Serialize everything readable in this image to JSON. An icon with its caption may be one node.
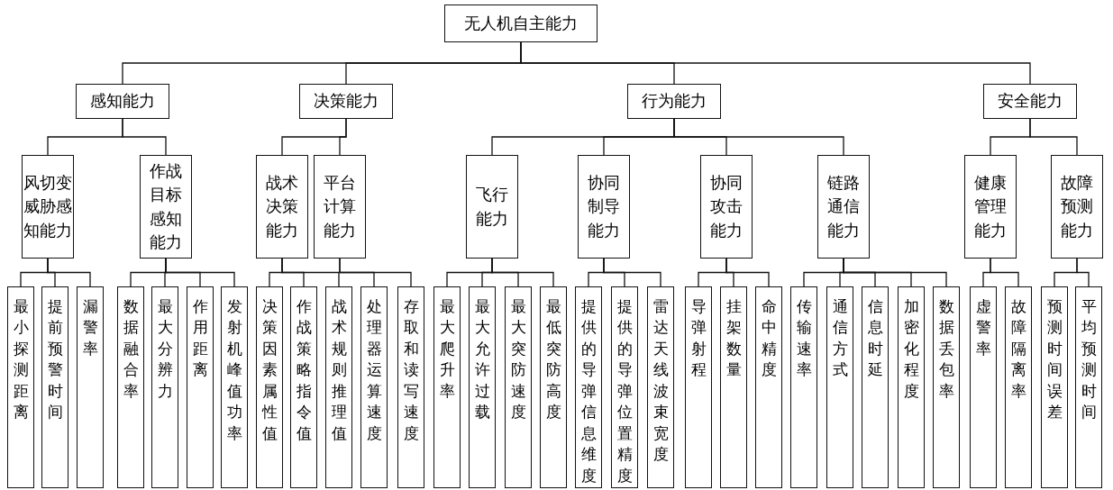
{
  "diagram": {
    "nodes": [
      {
        "text": [
          "无人机自主能力"
        ]
      },
      {
        "text": [
          "感知能力"
        ]
      },
      {
        "text": [
          "决策能力"
        ]
      },
      {
        "text": [
          "行为能力"
        ]
      },
      {
        "text": [
          "安全能力"
        ]
      },
      {
        "text": [
          "风切变威胁感知能力"
        ]
      },
      {
        "text": [
          "作战目标感知能力"
        ]
      },
      {
        "text": [
          "战术决策能力"
        ]
      },
      {
        "text": [
          "平台计算能力"
        ]
      },
      {
        "text": [
          "飞行能力"
        ]
      },
      {
        "text": [
          "协同制导能力"
        ]
      },
      {
        "text": [
          "协同攻击能力"
        ]
      },
      {
        "text": [
          "链路通信能力"
        ]
      },
      {
        "text": [
          "健康管理能力"
        ]
      },
      {
        "text": [
          "故障预测能力"
        ]
      },
      {
        "text": [
          "最小探测距离"
        ]
      },
      {
        "text": [
          "提前预警时间"
        ]
      },
      {
        "text": [
          "漏警率"
        ]
      },
      {
        "text": [
          "数据融合率"
        ]
      },
      {
        "text": [
          "最大分辨力"
        ]
      },
      {
        "text": [
          "作用距离"
        ]
      },
      {
        "text": [
          "发射机峰值功率"
        ]
      },
      {
        "text": [
          "决策因素属性值"
        ]
      },
      {
        "text": [
          "作战策略指令值"
        ]
      },
      {
        "text": [
          "战术规则推理值"
        ]
      },
      {
        "text": [
          "处理器运算速度"
        ]
      },
      {
        "text": [
          "存取和读写速度"
        ]
      },
      {
        "text": [
          "最大爬升率"
        ]
      },
      {
        "text": [
          "最大允许过载"
        ]
      },
      {
        "text": [
          "最大突防速度"
        ]
      },
      {
        "text": [
          "最低突防高度"
        ]
      },
      {
        "text": [
          "提供的导弹信息维度"
        ]
      },
      {
        "text": [
          "提供的导弹位置精度"
        ]
      },
      {
        "text": [
          "雷达天线波束宽度"
        ]
      },
      {
        "text": [
          "导弹射程"
        ]
      },
      {
        "text": [
          "挂架数量"
        ]
      },
      {
        "text": [
          "命中精度"
        ]
      },
      {
        "text": [
          "传输速率"
        ]
      },
      {
        "text": [
          "通信方式"
        ]
      },
      {
        "text": [
          "信息时延"
        ]
      },
      {
        "text": [
          "加密化程度"
        ]
      },
      {
        "text": [
          "数据丢包率"
        ]
      },
      {
        "text": [
          "虚警率"
        ]
      },
      {
        "text": [
          "故障隔离率"
        ]
      },
      {
        "text": [
          "预测时间误差"
        ]
      },
      {
        "text": [
          "平均预测时间"
        ]
      }
    ],
    "edges": [
      {
        "from": 0,
        "to": 1,
        "arrow": "none"
      },
      {
        "from": 0,
        "to": 2,
        "arrow": "none"
      },
      {
        "from": 0,
        "to": 3,
        "arrow": "none"
      },
      {
        "from": 0,
        "to": 4,
        "arrow": "none"
      },
      {
        "from": 1,
        "to": 5,
        "arrow": "none"
      },
      {
        "from": 1,
        "to": 6,
        "arrow": "none"
      },
      {
        "from": 2,
        "to": 7,
        "arrow": "none"
      },
      {
        "from": 2,
        "to": 8,
        "arrow": "none"
      },
      {
        "from": 3,
        "to": 9,
        "arrow": "none"
      },
      {
        "from": 3,
        "to": 10,
        "arrow": "none"
      },
      {
        "from": 3,
        "to": 11,
        "arrow": "none"
      },
      {
        "from": 3,
        "to": 12,
        "arrow": "none"
      },
      {
        "from": 4,
        "to": 13,
        "arrow": "none"
      },
      {
        "from": 4,
        "to": 14,
        "arrow": "none"
      },
      {
        "from": 5,
        "to": 15,
        "arrow": "none"
      },
      {
        "from": 5,
        "to": 16,
        "arrow": "none"
      },
      {
        "from": 5,
        "to": 17,
        "arrow": "none"
      },
      {
        "from": 6,
        "to": 18,
        "arrow": "none"
      },
      {
        "from": 6,
        "to": 19,
        "arrow": "none"
      },
      {
        "from": 6,
        "to": 20,
        "arrow": "none"
      },
      {
        "from": 6,
        "to": 21,
        "arrow": "none"
      },
      {
        "from": 7,
        "to": 22,
        "arrow": "none"
      },
      {
        "from": 7,
        "to": 23,
        "arrow": "none"
      },
      {
        "from": 7,
        "to": 24,
        "arrow": "none"
      },
      {
        "from": 8,
        "to": 25,
        "arrow": "none"
      },
      {
        "from": 8,
        "to": 26,
        "arrow": "none"
      },
      {
        "from": 9,
        "to": 27,
        "arrow": "none"
      },
      {
        "from": 9,
        "to": 28,
        "arrow": "none"
      },
      {
        "from": 9,
        "to": 29,
        "arrow": "none"
      },
      {
        "from": 9,
        "to": 30,
        "arrow": "none"
      },
      {
        "from": 10,
        "to": 31,
        "arrow": "none"
      },
      {
        "from": 10,
        "to": 32,
        "arrow": "none"
      },
      {
        "from": 10,
        "to": 33,
        "arrow": "none"
      },
      {
        "from": 11,
        "to": 34,
        "arrow": "none"
      },
      {
        "from": 11,
        "to": 35,
        "arrow": "none"
      },
      {
        "from": 11,
        "to": 36,
        "arrow": "none"
      },
      {
        "from": 12,
        "to": 37,
        "arrow": "none"
      },
      {
        "from": 12,
        "to": 38,
        "arrow": "none"
      },
      {
        "from": 12,
        "to": 39,
        "arrow": "none"
      },
      {
        "from": 12,
        "to": 40,
        "arrow": "none"
      },
      {
        "from": 12,
        "to": 41,
        "arrow": "none"
      },
      {
        "from": 13,
        "to": 42,
        "arrow": "none"
      },
      {
        "from": 13,
        "to": 43,
        "arrow": "none"
      },
      {
        "from": 14,
        "to": 44,
        "arrow": "none"
      },
      {
        "from": 14,
        "to": 45,
        "arrow": "none"
      }
    ]
  }
}
